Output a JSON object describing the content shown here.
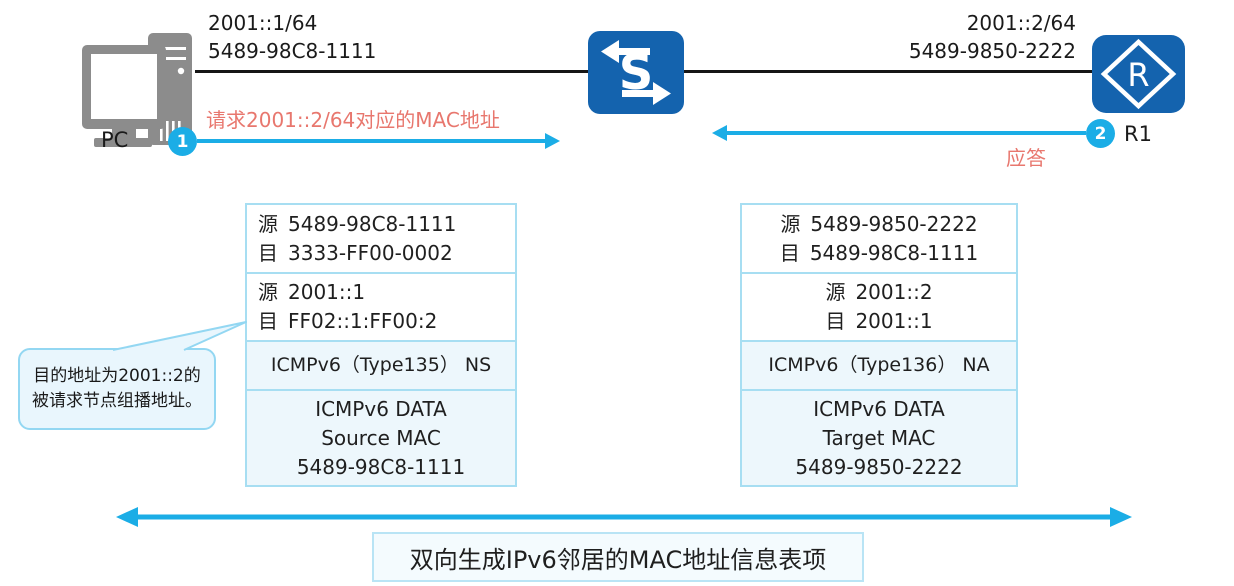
{
  "topology": {
    "pc": {
      "label": "PC",
      "ip": "2001::1/64",
      "mac": "5489-98C8-1111"
    },
    "switch": {
      "letter": "S"
    },
    "router": {
      "label": "R1",
      "letter": "R",
      "ip": "2001::2/64",
      "mac": "5489-9850-2222"
    }
  },
  "messages": {
    "step1": {
      "number": "1",
      "label": "请求2001::2/64对应的MAC地址"
    },
    "step2": {
      "number": "2",
      "label": "应答"
    }
  },
  "packets": {
    "ns": {
      "l2": {
        "src_label": "源",
        "src": "5489-98C8-1111",
        "dst_label": "目",
        "dst": "3333-FF00-0002"
      },
      "l3": {
        "src_label": "源",
        "src": "2001::1",
        "dst_label": "目",
        "dst": "FF02::1:FF00:2"
      },
      "icmp": "ICMPv6（Type135） NS",
      "data": [
        "ICMPv6 DATA",
        "Source MAC",
        "5489-98C8-1111"
      ]
    },
    "na": {
      "l2": {
        "src_label": "源",
        "src": "5489-9850-2222",
        "dst_label": "目",
        "dst": "5489-98C8-1111"
      },
      "l3": {
        "src_label": "源",
        "src": "2001::2",
        "dst_label": "目",
        "dst": "2001::1"
      },
      "icmp": "ICMPv6（Type136） NA",
      "data": [
        "ICMPv6 DATA",
        "Target MAC",
        "5489-9850-2222"
      ]
    }
  },
  "callout": {
    "line1": "目的地址为2001::2的",
    "line2": "被请求节点组播地址。"
  },
  "bottom": {
    "label": "双向生成IPv6邻居的MAC地址信息表项"
  },
  "colors": {
    "accent_cyan": "#1bade6",
    "message_salmon": "#e8776e",
    "icon_blue": "#1463ae",
    "pc_gray": "#8c8c8c",
    "table_border": "#a7def2",
    "table_shaded_bg": "#edf7fc",
    "callout_border": "#93d7f2",
    "callout_bg": "#e9f6fd",
    "link_black": "#161616"
  }
}
